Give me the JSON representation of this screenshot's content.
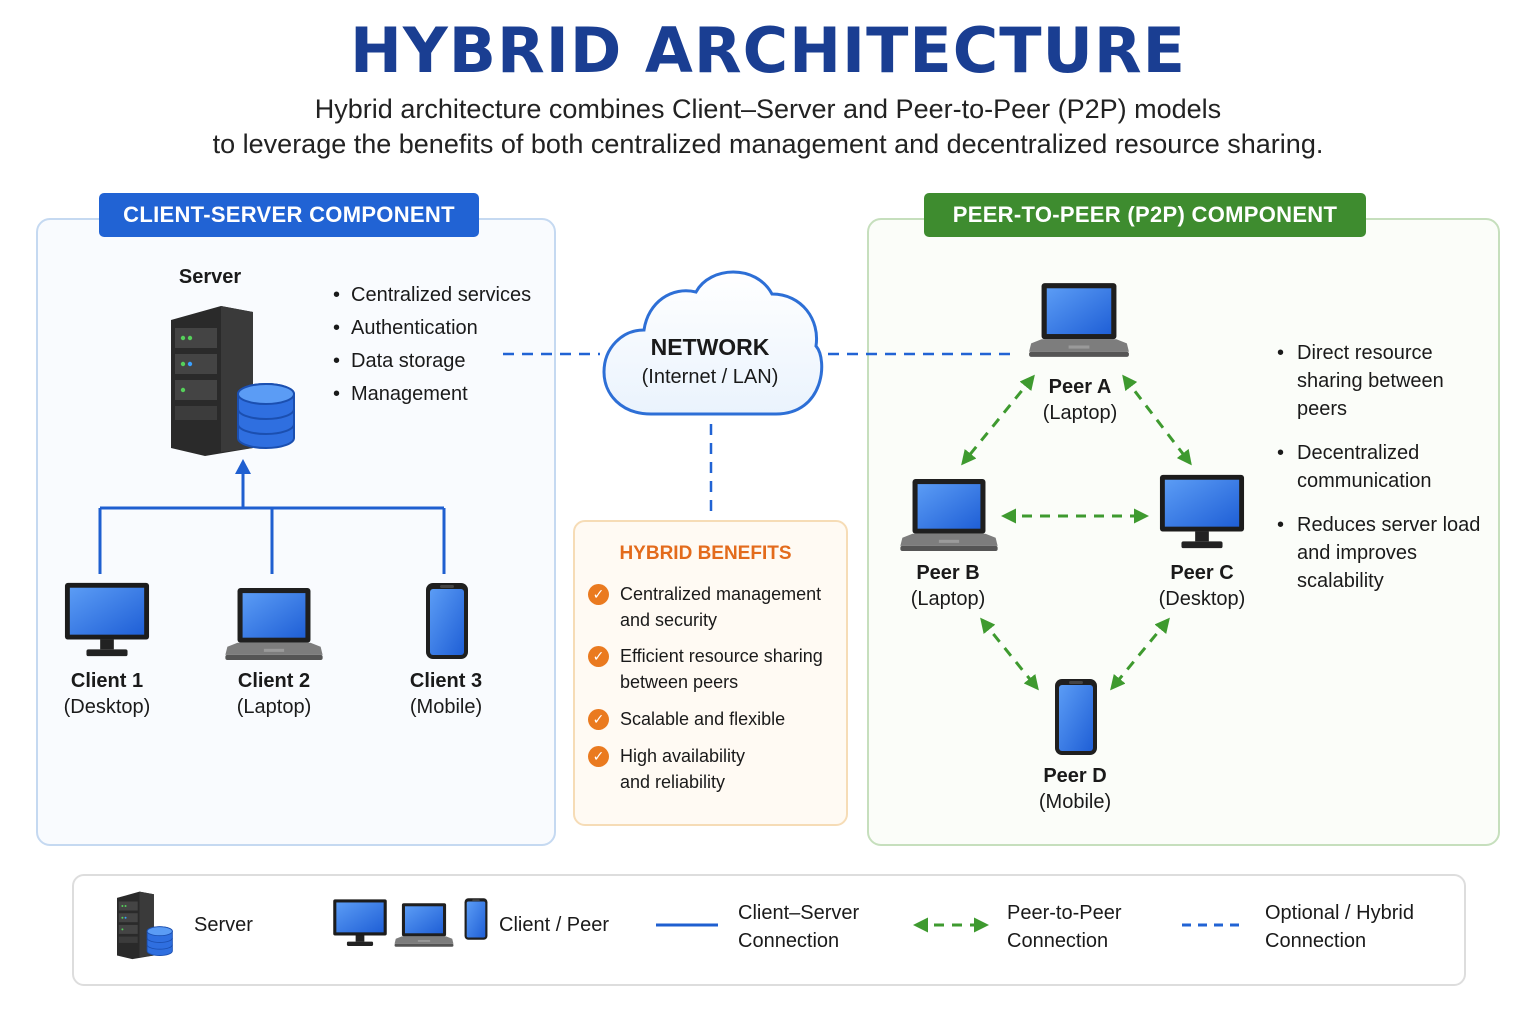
{
  "title": "HYBRID ARCHITECTURE",
  "subtitle_line1": "Hybrid architecture combines Client–Server and Peer-to-Peer (P2P) models",
  "subtitle_line2": "to leverage the benefits of both centralized management and decentralized resource sharing.",
  "client_server": {
    "badge": "CLIENT-SERVER COMPONENT",
    "server_label": "Server",
    "bullets": [
      "Centralized services",
      "Authentication",
      "Data storage",
      "Management"
    ],
    "clients": [
      {
        "name": "Client 1",
        "type": "(Desktop)"
      },
      {
        "name": "Client 2",
        "type": "(Laptop)"
      },
      {
        "name": "Client 3",
        "type": "(Mobile)"
      }
    ]
  },
  "network": {
    "title": "NETWORK",
    "subtitle": "(Internet / LAN)"
  },
  "hybrid_benefits": {
    "title": "HYBRID BENEFITS",
    "items": [
      {
        "line1": "Centralized management",
        "line2": "and security"
      },
      {
        "line1": "Efficient resource sharing",
        "line2": "between peers"
      },
      {
        "line1": "Scalable and flexible",
        "line2": ""
      },
      {
        "line1": "High availability",
        "line2": "and reliability"
      }
    ]
  },
  "p2p": {
    "badge": "PEER-TO-PEER (P2P) COMPONENT",
    "peers": [
      {
        "name": "Peer A",
        "type": "(Laptop)"
      },
      {
        "name": "Peer B",
        "type": "(Laptop)"
      },
      {
        "name": "Peer C",
        "type": "(Desktop)"
      },
      {
        "name": "Peer D",
        "type": "(Mobile)"
      }
    ],
    "bullets": [
      {
        "line1": "Direct resource",
        "line2": "sharing between",
        "line3": "peers"
      },
      {
        "line1": "Decentralized",
        "line2": "communication",
        "line3": ""
      },
      {
        "line1": "Reduces server load",
        "line2": "and improves",
        "line3": "scalability"
      }
    ]
  },
  "legend": {
    "server": "Server",
    "client_peer": "Client / Peer",
    "cs_conn_1": "Client–Server",
    "cs_conn_2": "Connection",
    "p2p_conn_1": "Peer-to-Peer",
    "p2p_conn_2": "Connection",
    "opt_conn_1": "Optional / Hybrid",
    "opt_conn_2": "Connection"
  },
  "colors": {
    "title": "#1a3e92",
    "client_server_accent": "#2163d4",
    "p2p_accent": "#3e8c2f",
    "benefits_accent": "#e36b1c",
    "device_screen": "#2f6fe0"
  }
}
